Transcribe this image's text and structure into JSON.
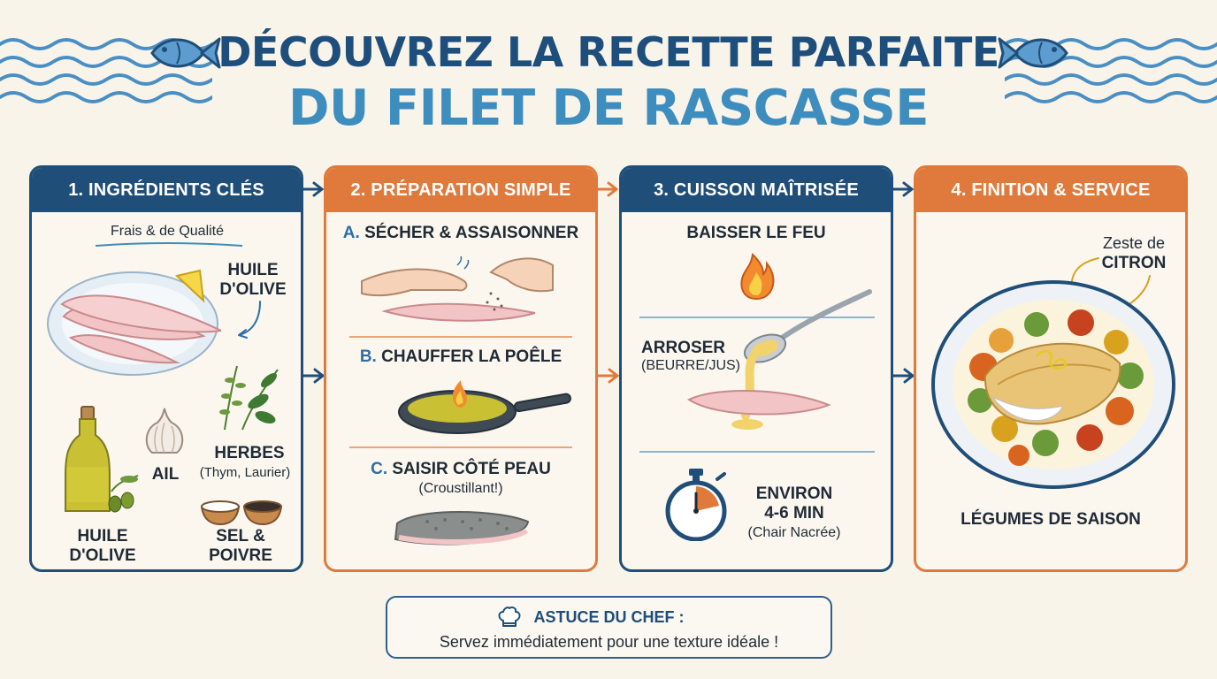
{
  "title": {
    "line1": "DÉCOUVREZ LA RECETTE PARFAITE",
    "line2": "DU FILET DE RASCASSE"
  },
  "colors": {
    "navy": "#1f4e79",
    "orange": "#e07a3c",
    "light_blue": "#3e8dbf",
    "background": "#f9f4ea"
  },
  "icons": [
    "fish-icon",
    "wave-icon",
    "flame-icon",
    "stopwatch-icon",
    "chef-hat-icon",
    "arrow-right-icon"
  ],
  "panels": [
    {
      "title": "1. INGRÉDIENTS CLÉS",
      "subtitle": "Frais & de Qualité",
      "items": {
        "oil_top": "HUILE\nD'OLIVE",
        "garlic": "AIL",
        "herbs": "HERBES",
        "herbs_detail": "(Thym, Laurier)",
        "oil_bottom": "HUILE\nD'OLIVE",
        "salt_pepper": "SEL &\nPOIVRE"
      }
    },
    {
      "title": "2. PRÉPARATION SIMPLE",
      "steps": [
        {
          "letter": "A.",
          "text": "SÉCHER & ASSAISONNER"
        },
        {
          "letter": "B.",
          "text": "CHAUFFER LA POÊLE"
        },
        {
          "letter": "C.",
          "text": "SAISIR CÔTÉ PEAU",
          "detail": "(Croustillant!)"
        }
      ]
    },
    {
      "title": "3. CUISSON MAÎTRISÉE",
      "steps": [
        {
          "text": "BAISSER LE FEU"
        },
        {
          "text": "ARROSER",
          "detail": "(BEURRE/JUS)"
        },
        {
          "text": "ENVIRON\n4-6 MIN",
          "detail": "(Chair Nacrée)"
        }
      ]
    },
    {
      "title": "4. FINITION & SERVICE",
      "zest_line1": "Zeste de",
      "zest_line2": "CITRON",
      "caption": "LÉGUMES DE SAISON"
    }
  ],
  "tip": {
    "title": "ASTUCE DU CHEF :",
    "text": "Servez immédiatement pour une texture idéale !"
  }
}
